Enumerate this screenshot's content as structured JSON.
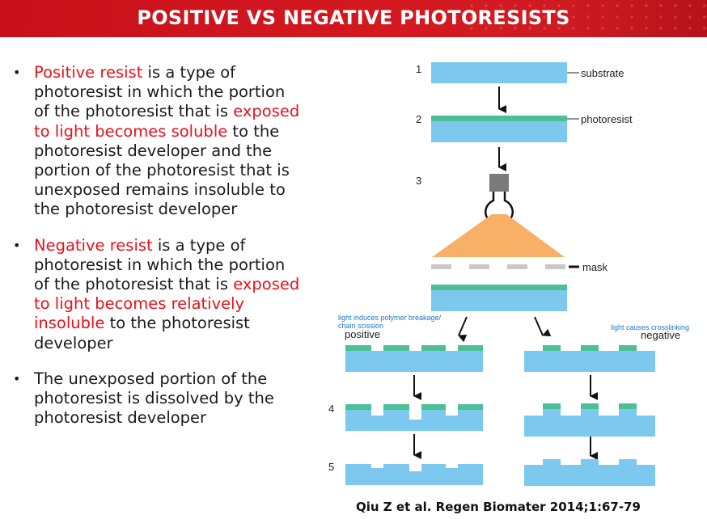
{
  "slide": {
    "title": "POSITIVE VS NEGATIVE PHOTORESISTS",
    "citation": "Qiu Z et al. Regen Biomater 2014;1:67-79"
  },
  "bullets": [
    {
      "parts": [
        {
          "text": "Positive resist",
          "highlight": true
        },
        {
          "text": " is a type of photoresist in which the portion of the photoresist that is ",
          "highlight": false
        },
        {
          "text": "exposed to light becomes soluble",
          "highlight": true
        },
        {
          "text": " to the photoresist developer and the portion of the photoresist that is unexposed remains insoluble to the photoresist developer",
          "highlight": false
        }
      ]
    },
    {
      "parts": [
        {
          "text": "Negative resist",
          "highlight": true
        },
        {
          "text": " is a type of photoresist in which the portion of the photoresist that is ",
          "highlight": false
        },
        {
          "text": "exposed to light becomes relatively insoluble",
          "highlight": true
        },
        {
          "text": " to the photoresist developer",
          "highlight": false
        }
      ]
    },
    {
      "parts": [
        {
          "text": "The unexposed portion of the photoresist is dissolved by the photoresist developer",
          "highlight": false
        }
      ]
    }
  ],
  "diagram": {
    "steps": [
      "1",
      "2",
      "3",
      "4",
      "5"
    ],
    "labels": {
      "substrate": "substrate",
      "photoresist": "photoresist",
      "mask": "mask",
      "positive": "positive",
      "negative": "negative"
    },
    "notes": {
      "positive_line1": "light induces polymer breakage/",
      "positive_line2": "chain scission",
      "negative": "light causes crosslinking"
    },
    "colors": {
      "substrate": "#7dc8ee",
      "photoresist": "#4cbf94",
      "light_cone": "#f8b067",
      "mask": "#c8c8c8",
      "lamp": "#7a7a7a",
      "note_text": "#1c78c8",
      "highlight_text": "#e8101a"
    }
  }
}
